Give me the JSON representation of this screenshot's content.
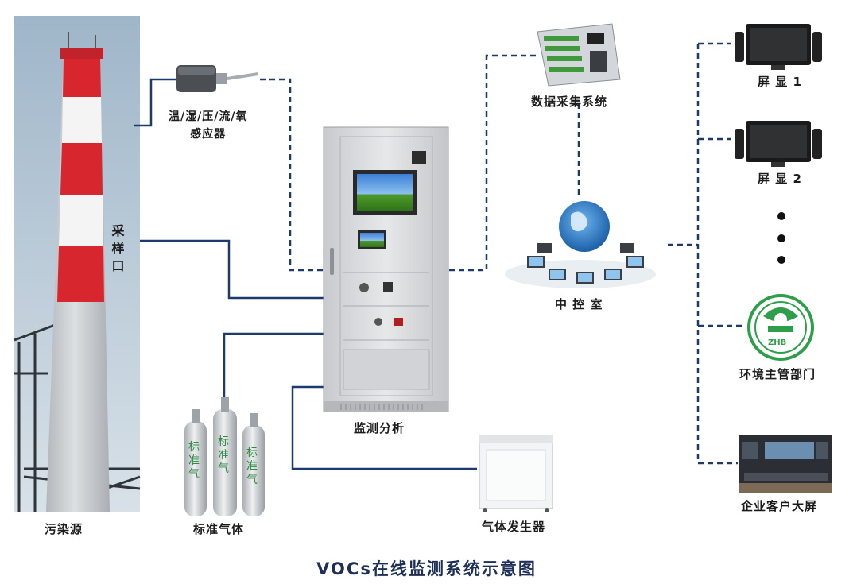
{
  "diagram": {
    "title": "VOCs在线监测系统示意图",
    "nodes": {
      "pollution_source": "污染源",
      "sampling_port": "采样口",
      "sensor": "温/湿/压/流/氧\n感应器",
      "standard_gas": "标准气体",
      "bottle_text": "标准气",
      "analyzer": "监测分析",
      "gas_generator": "气体发生器",
      "data_acquisition": "数据采集系统",
      "control_room": "中 控 室",
      "screen1": "屏 显 1",
      "screen2": "屏 显 2",
      "env_dept": "环境主管部门",
      "env_badge": "ZHB",
      "enterprise_screen": "企业客户大屏"
    }
  },
  "colors": {
    "line": "#1d3a6e",
    "chimney_red": "#d8262f",
    "chimney_white": "#f2f2f2",
    "chimney_grey": "#b7bcc1",
    "cabinet": "#dcdde0",
    "badge_green": "#2e9e4a"
  }
}
